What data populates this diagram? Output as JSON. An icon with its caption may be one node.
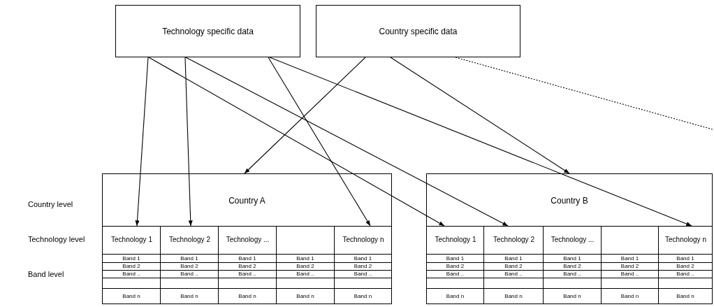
{
  "diagram": {
    "nodes": [
      {
        "text": [
          "Technology specific data"
        ]
      },
      {
        "text": [
          "Country specific data"
        ]
      },
      {
        "text": [
          "Country A"
        ]
      },
      {
        "text": [
          "Technology 1"
        ],
        "in": 2
      },
      {
        "text": [
          "Technology 2"
        ],
        "in": 2
      },
      {
        "text": [
          "Technology ..."
        ],
        "in": 2
      },
      {
        "text": [],
        "shape": "box",
        "in": 2
      },
      {
        "text": [
          "Technology n"
        ],
        "in": 2
      },
      {
        "text": [
          "Country B"
        ]
      },
      {
        "text": [
          "Technology 1"
        ],
        "in": 8
      },
      {
        "text": [
          "Technology 2"
        ],
        "in": 8
      },
      {
        "text": [
          "Technology ..."
        ],
        "in": 8
      },
      {
        "text": [],
        "shape": "box",
        "in": 8
      },
      {
        "text": [
          "Technology n"
        ],
        "in": 8
      }
    ],
    "edges": [
      {
        "from": 0,
        "to": 3,
        "arrow": "to"
      },
      {
        "from": 0,
        "to": 4,
        "arrow": "to"
      },
      {
        "from": 0,
        "to": 9,
        "arrow": "to"
      },
      {
        "from": 0,
        "to": 10,
        "arrow": "to"
      },
      {
        "from": 0,
        "to": 7,
        "arrow": "to"
      },
      {
        "from": 0,
        "to": 13,
        "arrow": "to"
      },
      {
        "from": 1,
        "to": 2,
        "arrow": "to"
      },
      {
        "from": 1,
        "to": 8,
        "arrow": "to"
      },
      {
        "from": 1,
        "to": null,
        "arrow": "none",
        "style": "dashed"
      }
    ],
    "labels": [
      "Country level",
      "Technology level",
      "Band level",
      "Band 1",
      "Band 1",
      "Band 1",
      "Band 1",
      "Band 1",
      "Band 2",
      "Band 2",
      "Band 2",
      "Band 2",
      "Band 2",
      "Band ..",
      "Band ..",
      "Band ..",
      "Band ..",
      "Band ..",
      "Band n",
      "Band n",
      "Band n",
      "Band n",
      "Band n",
      "Band 1",
      "Band 1",
      "Band 1",
      "Band 1",
      "Band 1",
      "Band 2",
      "Band 2",
      "Band 2",
      "Band 2",
      "Band 2",
      "Band ..",
      "Band ..",
      "Band ..",
      "Band ..",
      "Band ..",
      "Band n",
      "Band n",
      "Band n",
      "Band n",
      "Band n"
    ]
  }
}
